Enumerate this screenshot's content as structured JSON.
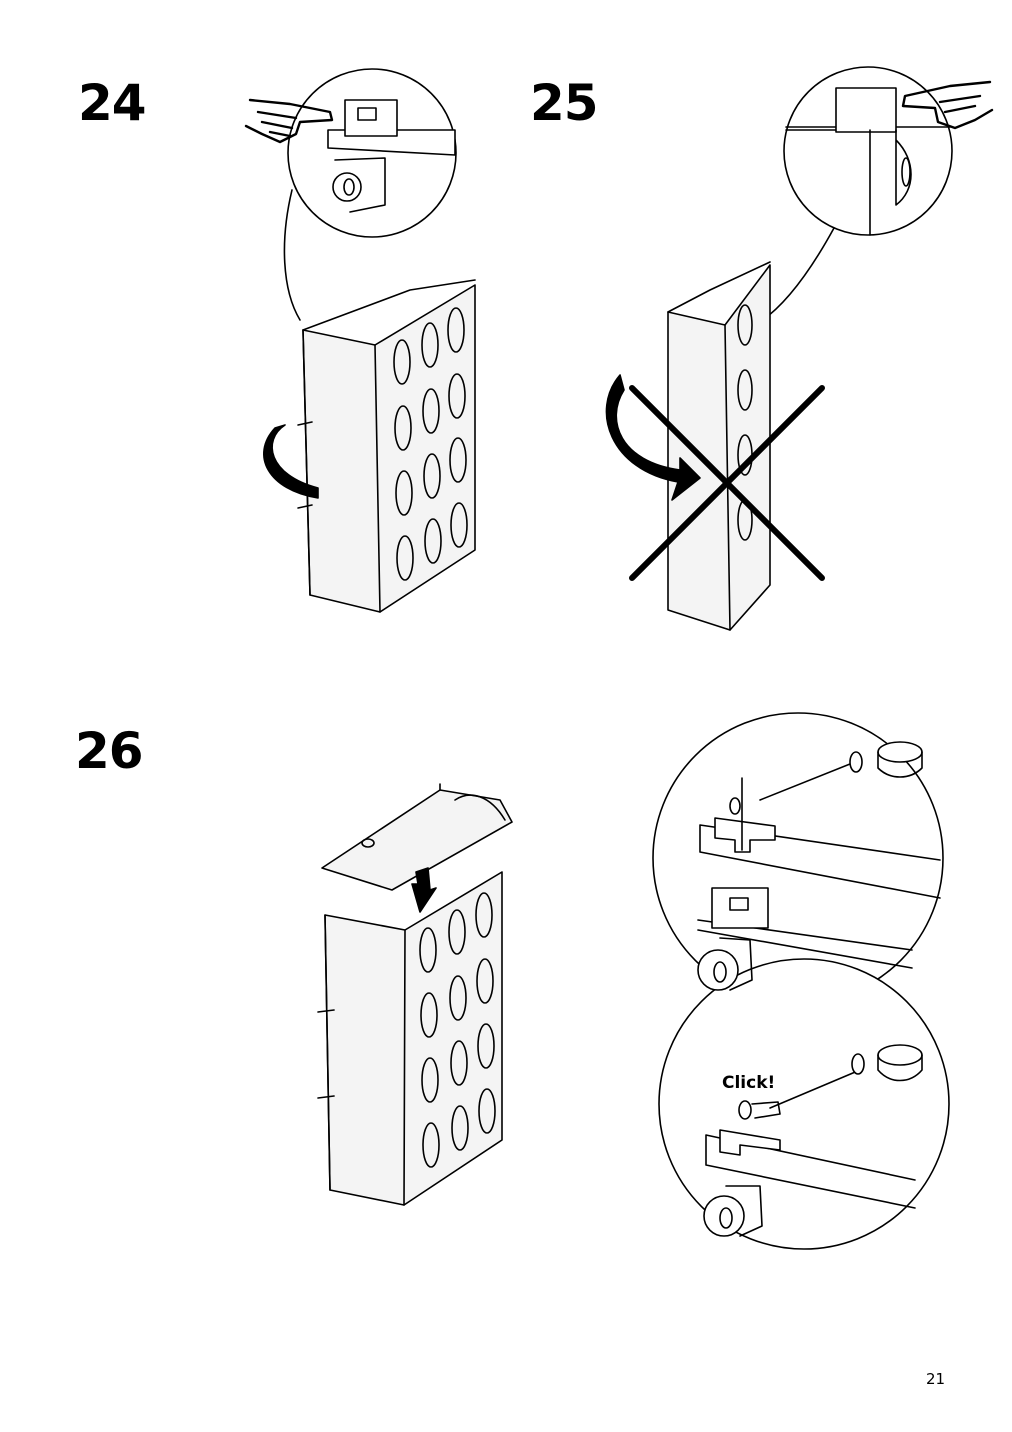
{
  "steps": [
    {
      "number": "24",
      "panel": "rotate-side-panel-upright"
    },
    {
      "number": "25",
      "panel": "incorrect-orientation-crossed-out"
    },
    {
      "number": "26",
      "panel": "attach-top-panel-until-click"
    }
  ],
  "detail": {
    "click_label": "Click!"
  },
  "page": {
    "number": "21"
  },
  "icons": [
    "pointing-hand-icon",
    "rotation-arrow-icon",
    "down-arrow-icon",
    "cross-out-icon"
  ],
  "colors": {
    "ink": "#000000",
    "paper": "#ffffff",
    "panel_shade": "#f4f4f4"
  }
}
